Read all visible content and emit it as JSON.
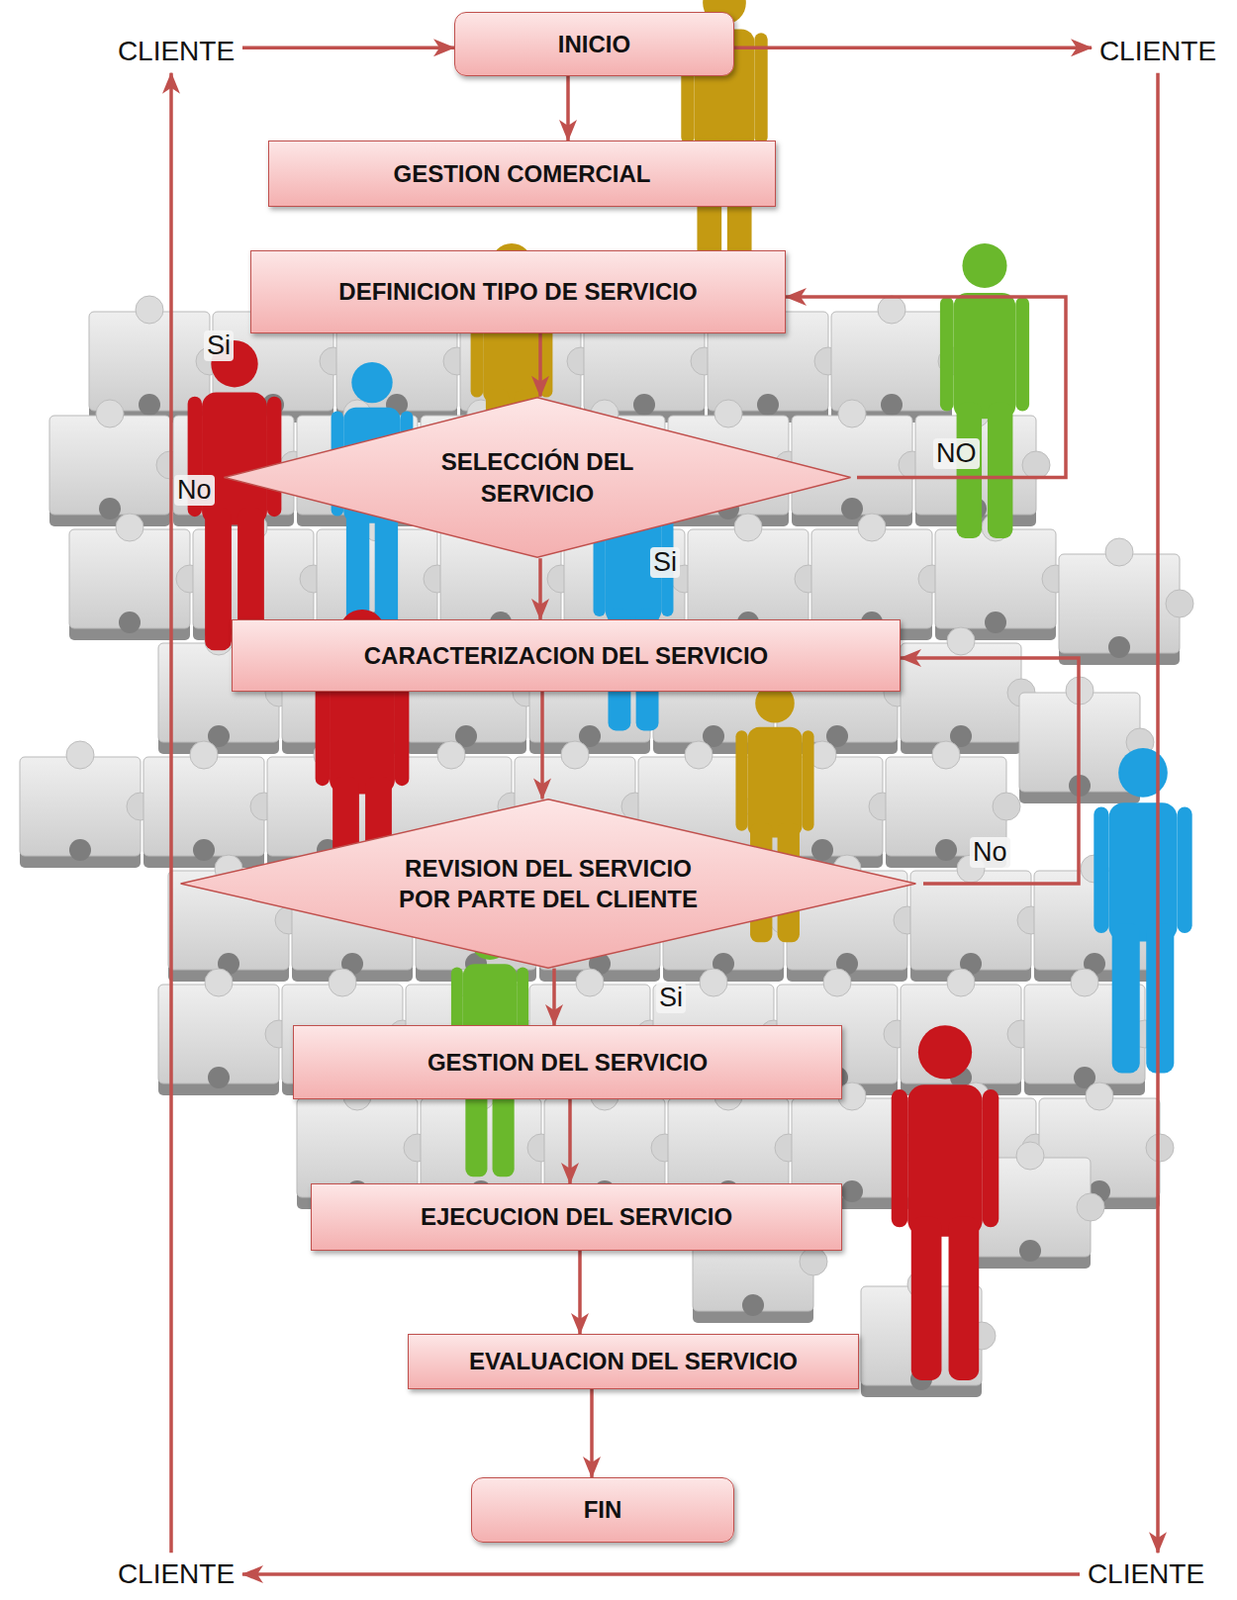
{
  "diagram": {
    "nodes": [
      {
        "text": [
          "CLIENTE"
        ]
      },
      {
        "text": [
          "INICIO"
        ]
      },
      {
        "text": [
          "CLIENTE"
        ]
      },
      {
        "text": [
          "GESTION COMERCIAL"
        ]
      },
      {
        "text": [
          "DEFINICION TIPO DE SERVICIO"
        ]
      },
      {
        "text": [
          "SELECCIÓN DEL SERVICIO"
        ]
      },
      {
        "text": [
          "CARACTERIZACION DEL SERVICIO"
        ]
      },
      {
        "text": [
          "REVISION DEL SERVICIO POR PARTE DEL CLIENTE"
        ]
      },
      {
        "text": [
          "GESTION DEL SERVICIO"
        ]
      },
      {
        "text": [
          "EJECUCION DEL SERVICIO"
        ]
      },
      {
        "text": [
          "EVALUACION DEL SERVICIO"
        ]
      },
      {
        "text": [
          "FIN"
        ]
      },
      {
        "text": [
          "CLIENTE"
        ]
      },
      {
        "text": [
          "CLIENTE"
        ]
      }
    ],
    "edges": [
      {
        "from": 0,
        "to": 1,
        "arrow": "to"
      },
      {
        "from": 1,
        "to": 2,
        "arrow": "to"
      },
      {
        "from": 1,
        "to": 3,
        "arrow": "to"
      },
      {
        "from": 4,
        "to": 5,
        "arrow": "to"
      },
      {
        "from": 5,
        "to": 4,
        "label": "NO",
        "arrow": "to"
      },
      {
        "from": 5,
        "to": 6,
        "label": "Si",
        "arrow": "to"
      },
      {
        "from": 6,
        "to": 7,
        "arrow": "to"
      },
      {
        "from": 7,
        "to": 6,
        "label": "No",
        "arrow": "to"
      },
      {
        "from": 7,
        "to": 8,
        "label": "Si",
        "arrow": "to"
      },
      {
        "from": 8,
        "to": 9,
        "arrow": "to"
      },
      {
        "from": 9,
        "to": 10,
        "arrow": "to"
      },
      {
        "from": 10,
        "to": 11,
        "arrow": "to"
      },
      {
        "from": 2,
        "to": 13,
        "arrow": "to"
      },
      {
        "from": 13,
        "to": 12,
        "arrow": "to"
      },
      {
        "from": 12,
        "to": 0,
        "arrow": "to"
      }
    ],
    "labels": [
      "Si",
      "No"
    ]
  }
}
